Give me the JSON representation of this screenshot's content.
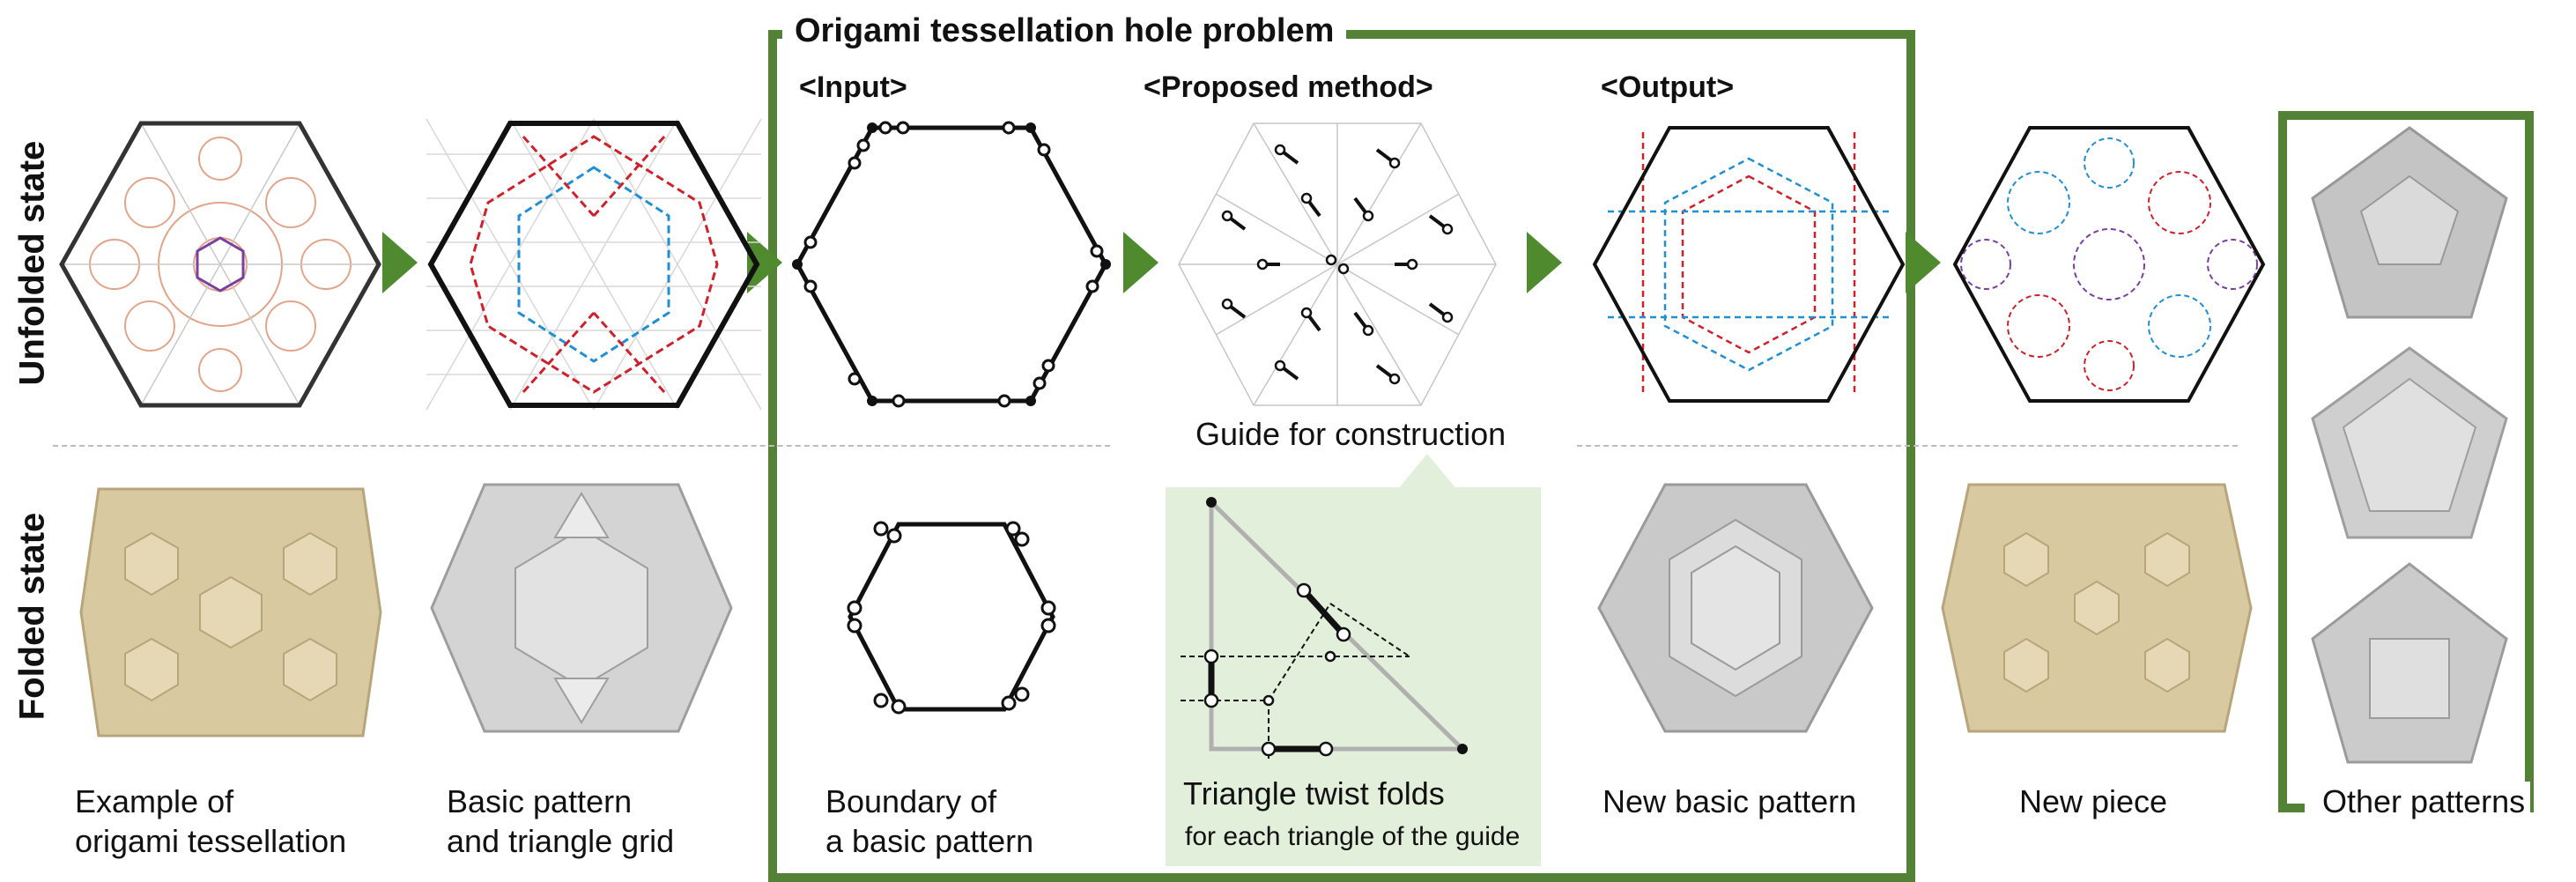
{
  "title": "Origami tessellation hole problem",
  "row_labels": {
    "unfolded": "Unfolded state",
    "folded": "Folded state"
  },
  "headers": {
    "input": "<Input>",
    "method": "<Proposed method>",
    "output": "<Output>"
  },
  "guide_caption": "Guide for construction",
  "triangle_caption": {
    "line1": "Triangle twist folds",
    "line2": "for each triangle of the guide"
  },
  "captions": [
    {
      "id": "example",
      "lines": [
        "Example of",
        "origami tessellation"
      ]
    },
    {
      "id": "basic",
      "lines": [
        "Basic pattern",
        "and triangle grid"
      ]
    },
    {
      "id": "boundary",
      "lines": [
        "Boundary of",
        "a basic pattern"
      ]
    },
    {
      "id": "newbasic",
      "lines": [
        "New basic pattern"
      ]
    },
    {
      "id": "newpiece",
      "lines": [
        "New piece"
      ]
    },
    {
      "id": "other",
      "lines": [
        "Other patterns"
      ]
    }
  ],
  "colors": {
    "frame_green": "#538135",
    "arrow_green": "#4f8a2f",
    "guide_bg": "#e2efda",
    "mountain": "#d0202a",
    "valley": "#1f8fd6",
    "paper_beige": "#d9c9a0",
    "paper_gray": "#c9c9c9"
  }
}
